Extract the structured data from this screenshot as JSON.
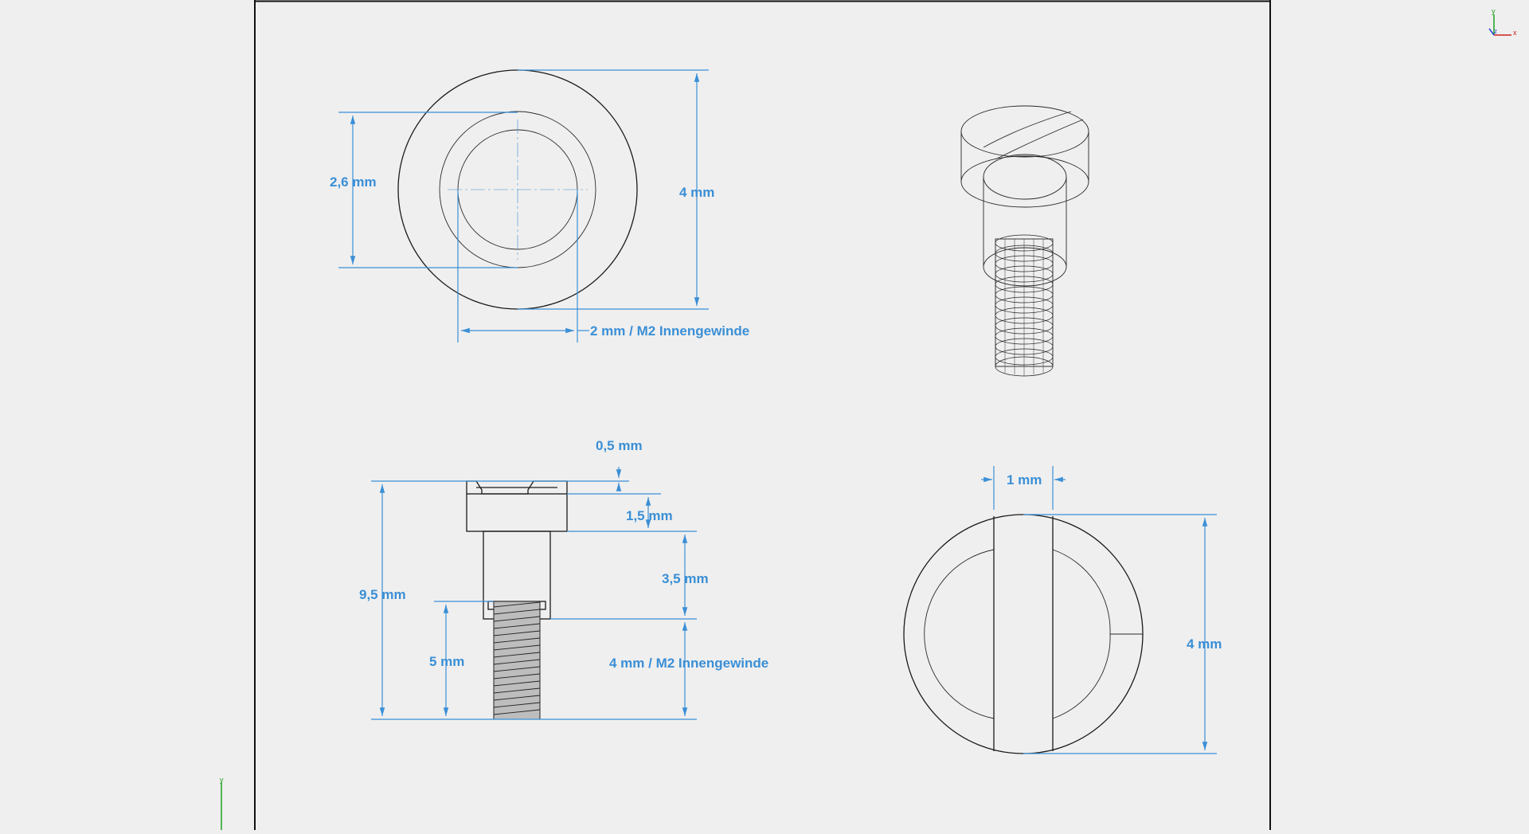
{
  "drawing": {
    "top_view": {
      "dim_outer": "4 mm",
      "dim_shaft": "2,6 mm",
      "dim_thread": "2 mm / M2 Innengewinde"
    },
    "side_view": {
      "dim_slot": "0,5 mm",
      "dim_head": "1,5 mm",
      "dim_shoulder": "3,5 mm",
      "dim_total": "9,5 mm",
      "dim_thread_len": "5 mm",
      "dim_thread": "4 mm / M2 Innengewinde"
    },
    "front_view": {
      "dim_slot_width": "1 mm",
      "dim_diameter": "4 mm"
    }
  },
  "axes": {
    "top_right": {
      "x": "x",
      "y": "y",
      "z": "z"
    },
    "bottom_left": {
      "y": "y"
    }
  },
  "colors": {
    "background": "#efefef",
    "geometry": "#1a1a1a",
    "dimension": "#3a8fd6"
  }
}
